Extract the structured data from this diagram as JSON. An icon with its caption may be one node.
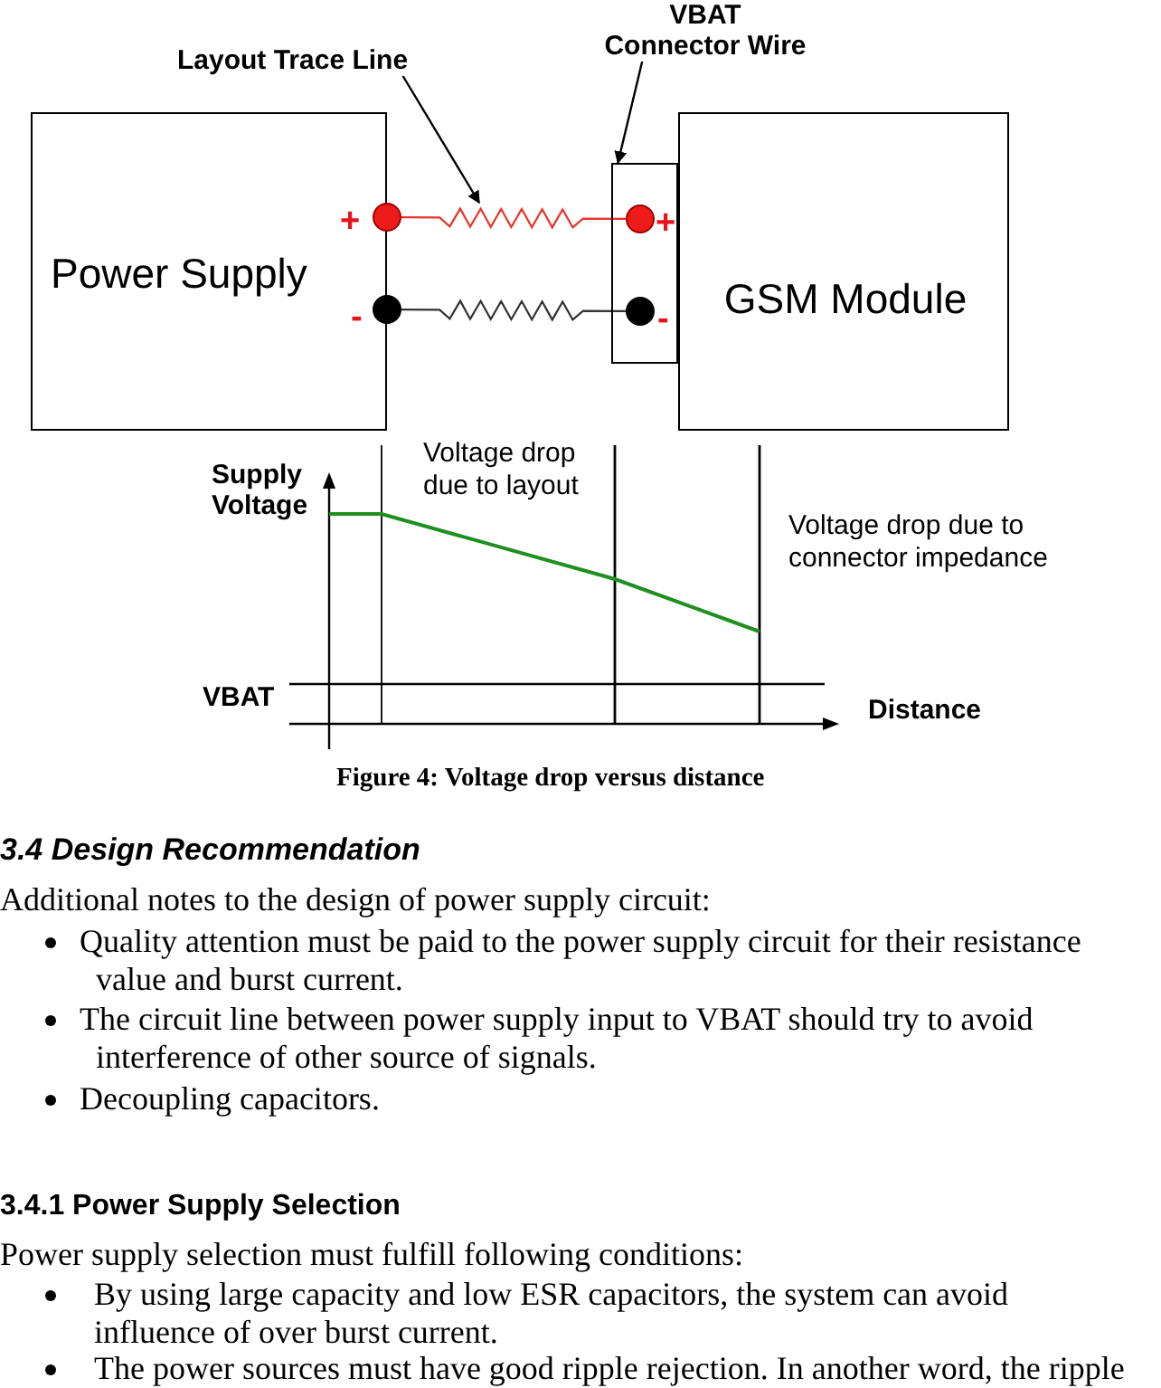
{
  "diagram": {
    "caption": "Figure 4: Voltage drop versus distance",
    "nodes": [
      {
        "text": [
          "Layout Trace Line"
        ]
      },
      {
        "text": [
          "VBAT Connector Wire"
        ]
      },
      {
        "text": [
          "Power Supply"
        ]
      },
      {
        "text": [],
        "shape": "box"
      },
      {
        "text": [
          "GSM Module"
        ]
      },
      {
        "text": [],
        "shape": "circle",
        "beside": [
          "+"
        ]
      },
      {
        "text": [],
        "shape": "circle",
        "beside": [
          "+"
        ],
        "in": 3
      },
      {
        "text": [],
        "shape": "circle",
        "beside": [
          "-"
        ]
      },
      {
        "text": [],
        "shape": "circle",
        "beside": [
          "-"
        ],
        "in": 3
      }
    ],
    "edges": [
      {
        "from": 5,
        "to": 6,
        "arrow": "none",
        "color": "#e8342a"
      },
      {
        "from": 7,
        "to": 8,
        "arrow": "none"
      },
      {
        "from": 0,
        "to": null,
        "arrow": "to"
      },
      {
        "from": 1,
        "to": 3,
        "arrow": "to"
      }
    ],
    "labels": [
      "Supply Voltage",
      "Voltage drop due to layout",
      "Voltage drop due to connector impedance",
      "VBAT",
      "Distance",
      "3.4 Design Recommendation",
      "Additional notes to the design of power supply circuit:",
      "Quality attention must be paid to the power supply circuit for their resistance value and burst current.",
      "The circuit line between power supply input to VBAT should try to avoid interference of other source of signals.",
      "Decoupling capacitors.",
      "3.4.1 Power Supply Selection",
      "Power supply selection must fulfill following conditions:",
      "By using large capacity and low ESR capacitors, the system can avoid influence of over burst current.",
      "The power sources must have good ripple rejection. In another word, the ripple"
    ]
  }
}
